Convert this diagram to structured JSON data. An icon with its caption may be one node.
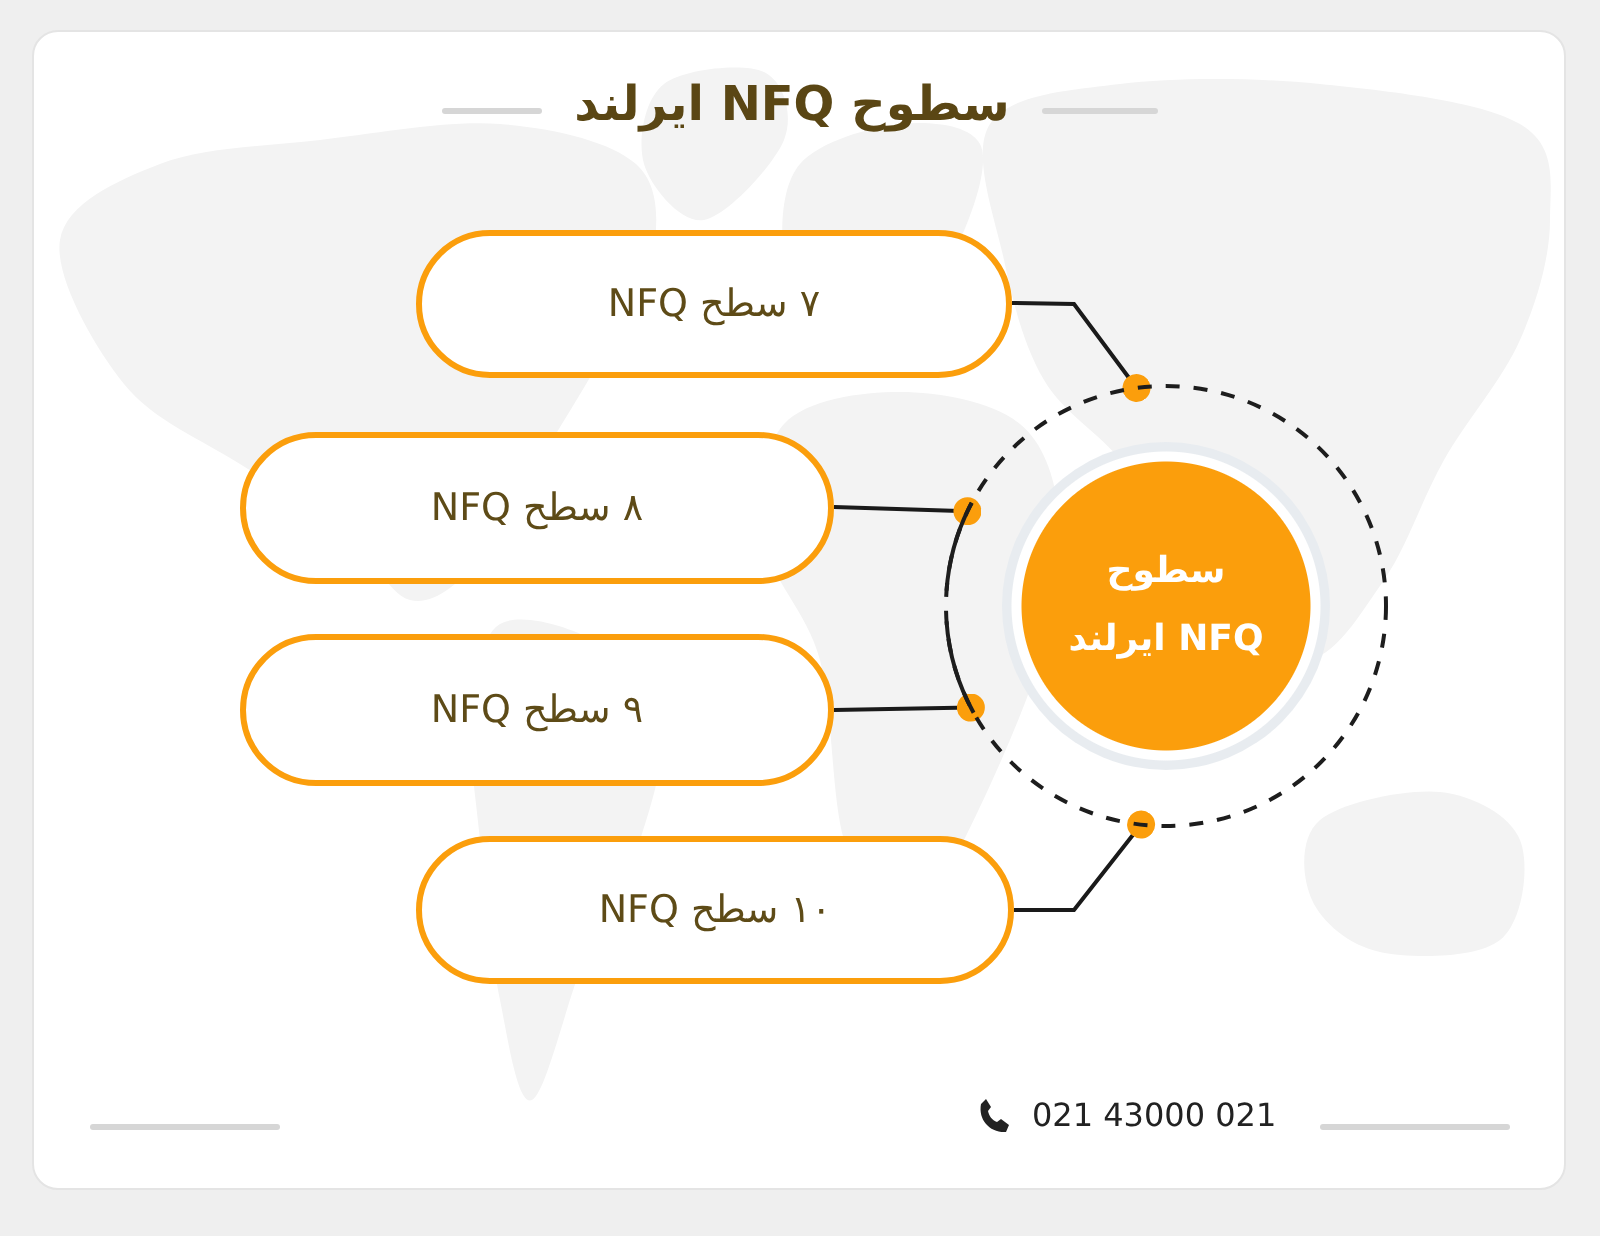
{
  "diagram": {
    "title": "سطوح NFQ ایرلند",
    "nodes": [
      {
        "text": [
          "۷ سطح NFQ"
        ]
      },
      {
        "text": [
          "۸ سطح NFQ"
        ]
      },
      {
        "text": [
          "۹ سطح NFQ"
        ]
      },
      {
        "text": [
          "۱۰ سطح NFQ"
        ]
      },
      {
        "text": [],
        "shape": "circle"
      },
      {
        "text": [
          "سطوح NFQ ایرلند"
        ],
        "in": 4
      }
    ],
    "edges": [
      {
        "from": 0,
        "to": 4,
        "arrow": "other"
      },
      {
        "from": 1,
        "to": 4,
        "arrow": "other"
      },
      {
        "from": 2,
        "to": 4,
        "arrow": "other"
      },
      {
        "from": 3,
        "to": 4,
        "arrow": "other"
      }
    ],
    "labels": [
      "021 43000 021"
    ]
  }
}
